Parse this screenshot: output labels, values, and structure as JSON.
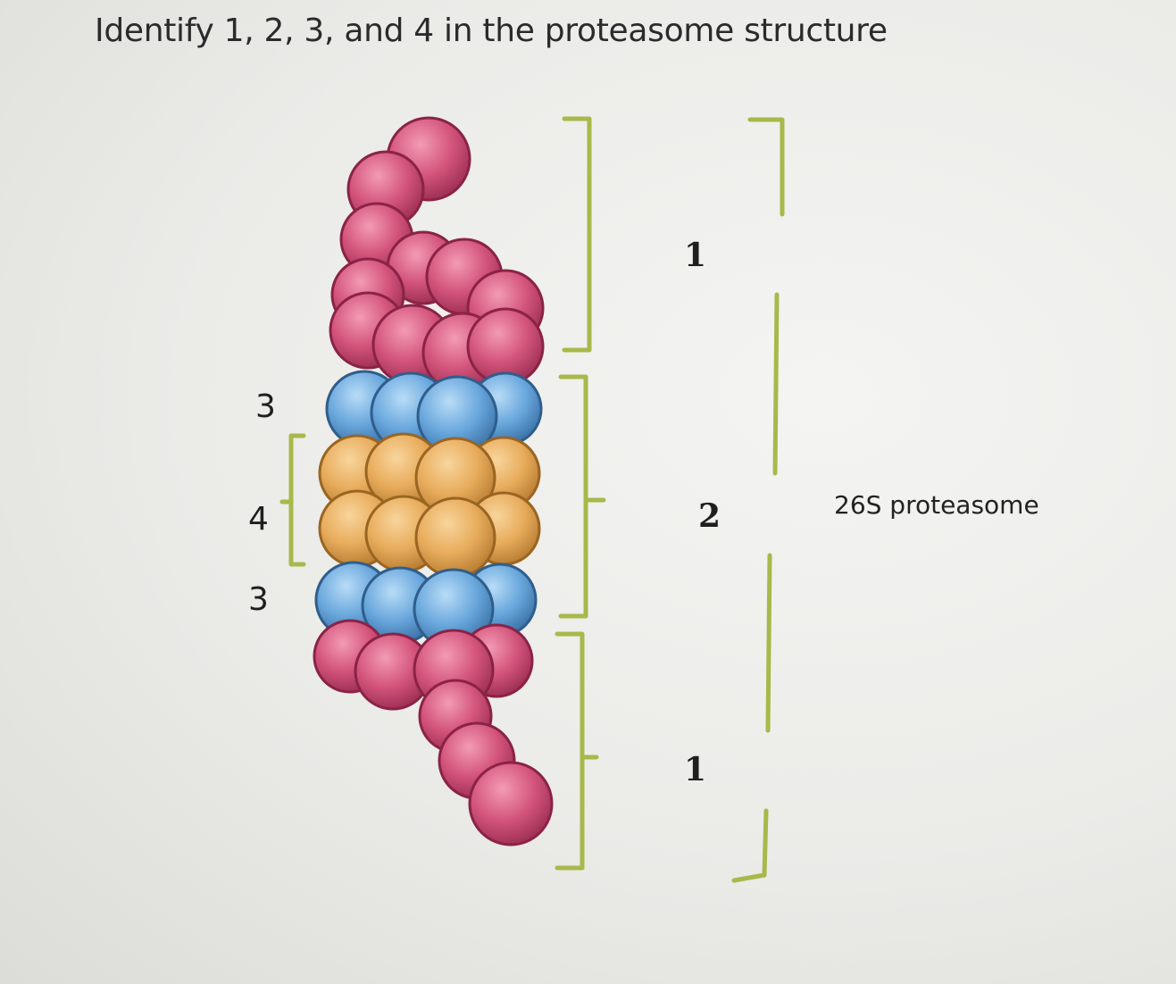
{
  "question": "Identify 1, 2, 3, and 4 in the proteasome structure",
  "labels": {
    "label_1_top": "1",
    "label_2": "2",
    "label_1_bottom": "1",
    "label_3_top": "3",
    "label_4": "4",
    "label_3_bottom": "3",
    "whole_complex": "26S proteasome"
  },
  "colors": {
    "regulatory_particle": "#d4557c",
    "alpha_ring": "#6aa8dd",
    "beta_ring": "#e8ac5c",
    "bracket": "#a8b84a"
  }
}
